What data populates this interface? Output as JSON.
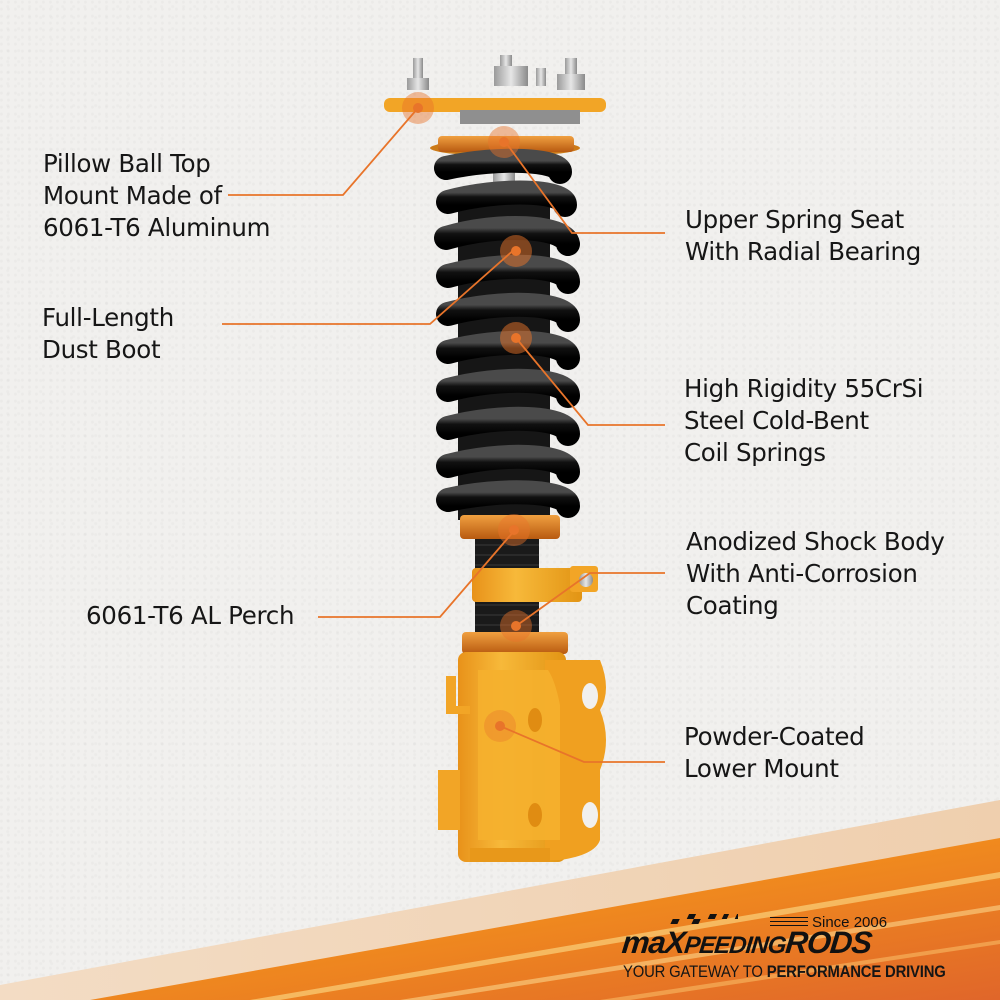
{
  "product": "Coilover shock absorber strut assembly",
  "colors": {
    "accent_line": "#e8742a",
    "callout_dot": "#e8742a",
    "body_yellow": "#f2a81e",
    "anodized_orange": "#d9791a",
    "spring_black": "#151515",
    "background": "#f1f0ee",
    "banner_orange": "#f08a1e"
  },
  "callouts": [
    {
      "id": "top-mount",
      "side": "left",
      "lines": [
        "Pillow Ball Top",
        "Mount Made of",
        "6061-T6 Aluminum"
      ]
    },
    {
      "id": "dust-boot",
      "side": "left",
      "lines": [
        "Full-Length",
        "Dust Boot"
      ]
    },
    {
      "id": "perch",
      "side": "left",
      "lines": [
        "6061-T6 AL Perch"
      ]
    },
    {
      "id": "spring-seat",
      "side": "right",
      "lines": [
        "Upper Spring Seat",
        "With Radial Bearing"
      ]
    },
    {
      "id": "coil-springs",
      "side": "right",
      "lines": [
        "High Rigidity 55CrSi",
        "Steel Cold-Bent",
        "Coil Springs"
      ]
    },
    {
      "id": "shock-body",
      "side": "right",
      "lines": [
        "Anodized Shock Body",
        "With Anti-Corrosion",
        "Coating"
      ]
    },
    {
      "id": "lower-mount",
      "side": "right",
      "lines": [
        "Powder-Coated",
        "Lower Mount"
      ]
    }
  ],
  "brand": {
    "name_part1": "maX",
    "name_part2": "peeding",
    "name_part3": "RODS",
    "since": "Since 2006",
    "tagline_regular": "YOUR GATEWAY TO ",
    "tagline_bold": "PERFORMANCE DRIVING"
  }
}
